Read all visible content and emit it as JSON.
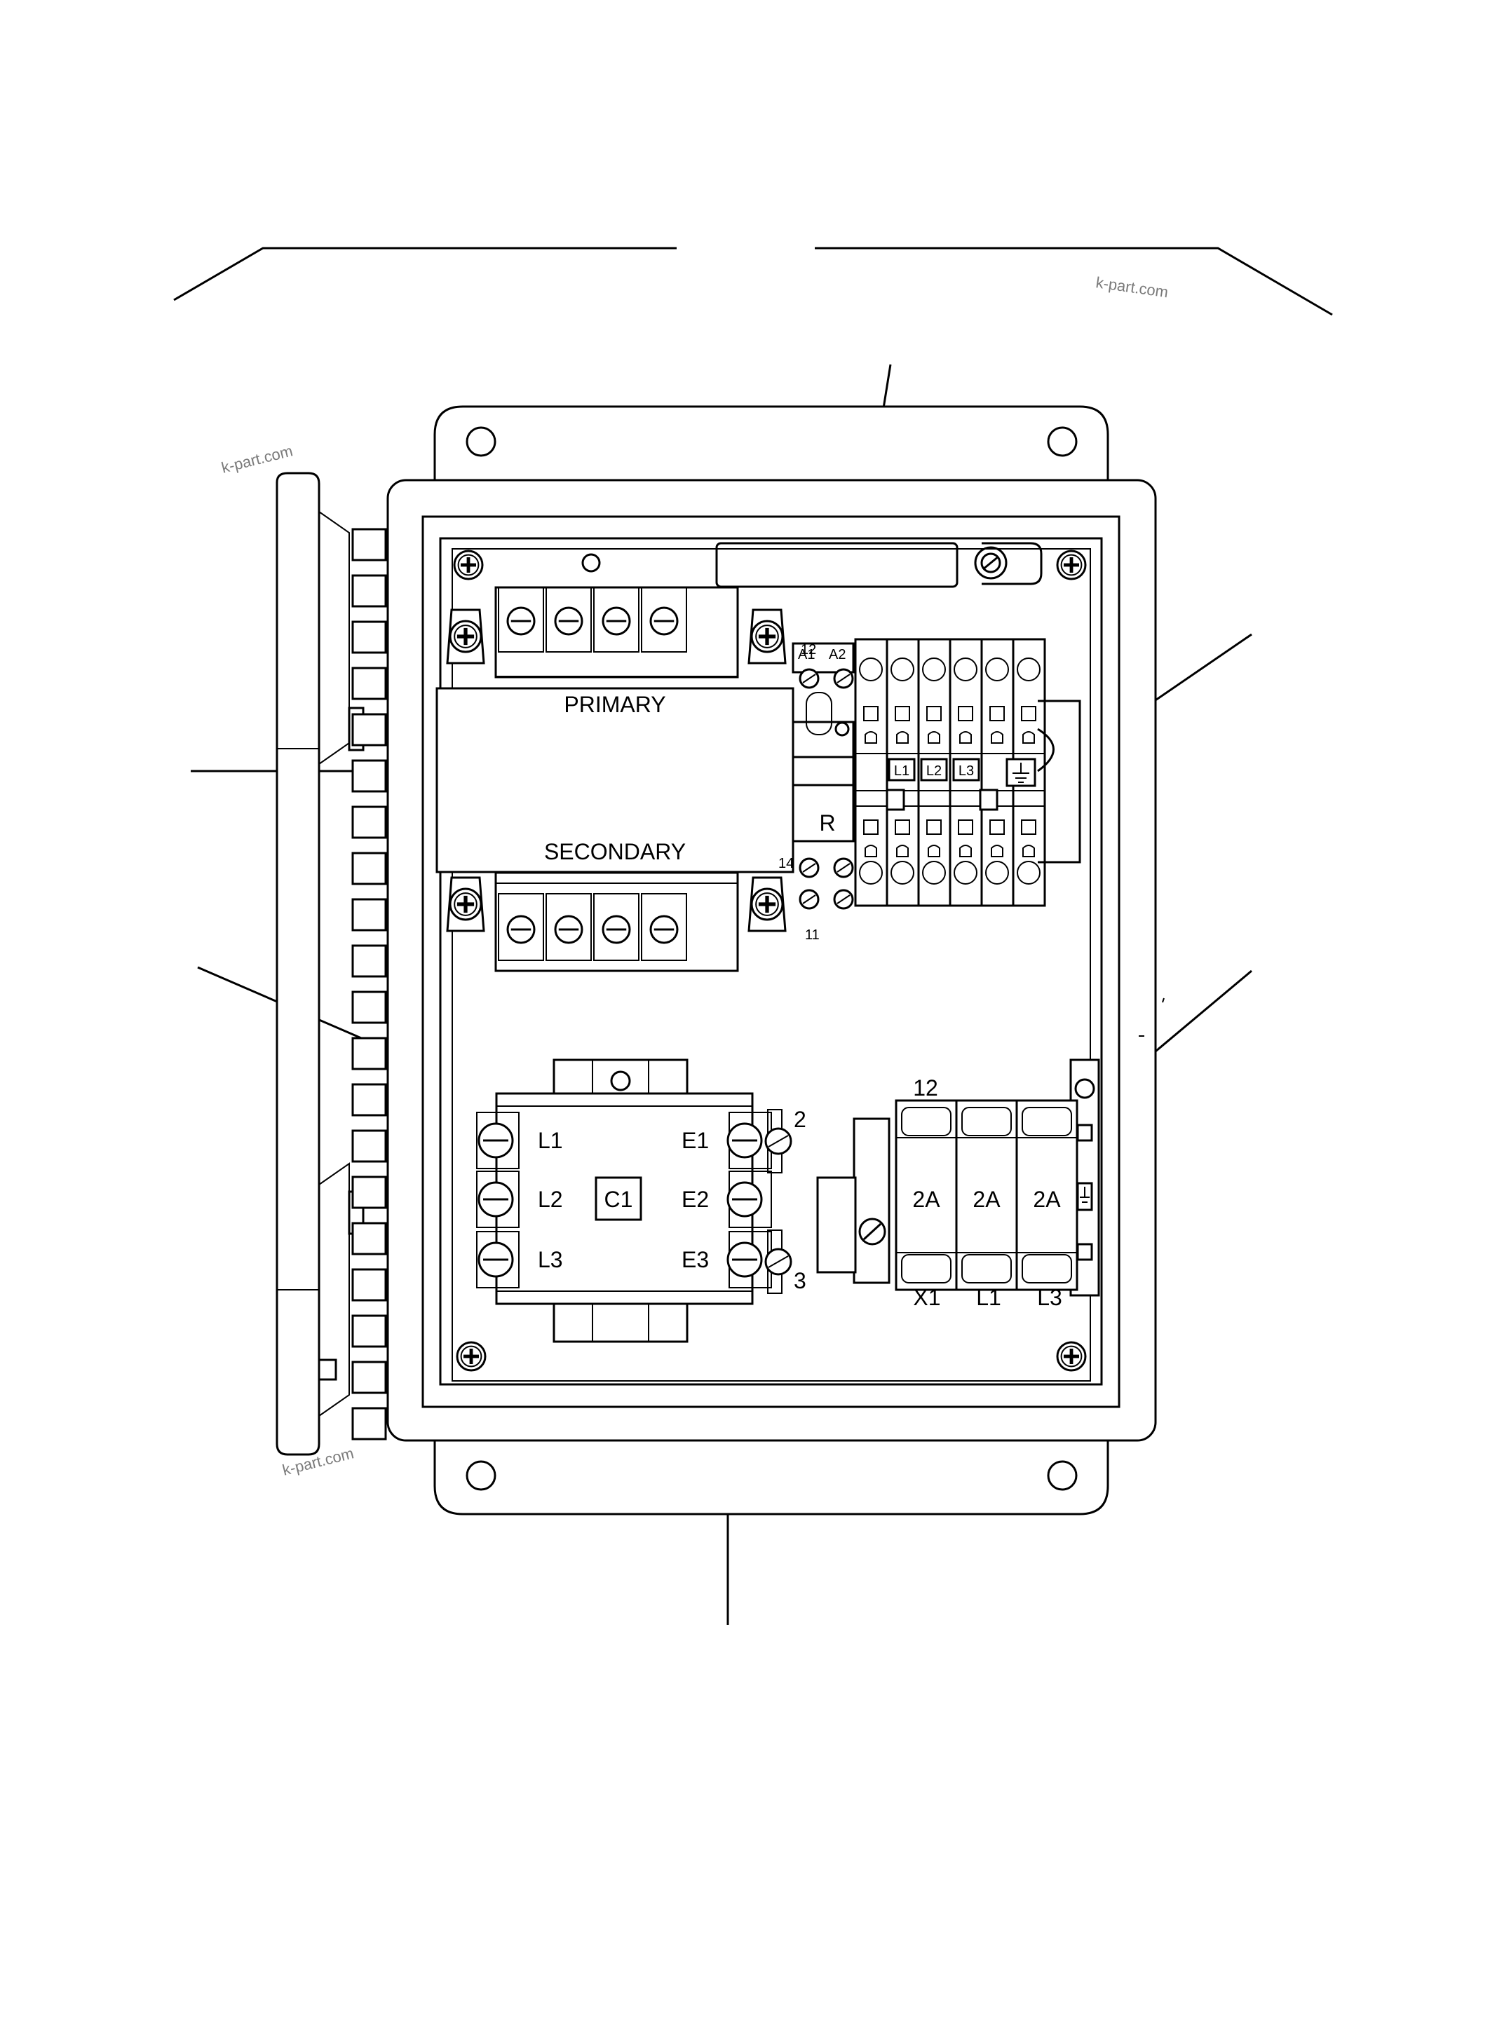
{
  "transformer": {
    "primary_label": "PRIMARY",
    "secondary_label": "SECONDARY"
  },
  "relay": {
    "label": "R",
    "terminal_top": "12",
    "terminal_bottom": "11",
    "terminal_14": "14",
    "coil_a1": "A1",
    "coil_a2": "A2"
  },
  "terminal_block": {
    "labels": [
      "L1",
      "L2",
      "L3"
    ]
  },
  "contactor": {
    "label": "C1",
    "left_terminals": [
      "L1",
      "L2",
      "L3"
    ],
    "right_terminals": [
      "E1",
      "E2",
      "E3"
    ],
    "aux_top": "2",
    "aux_bottom": "3"
  },
  "fuse_holder": {
    "top_number": "12",
    "fuses": [
      "2A",
      "2A",
      "2A"
    ],
    "bottom_labels": [
      "X1",
      "L1",
      "L3"
    ]
  },
  "watermark": "k-part.com"
}
